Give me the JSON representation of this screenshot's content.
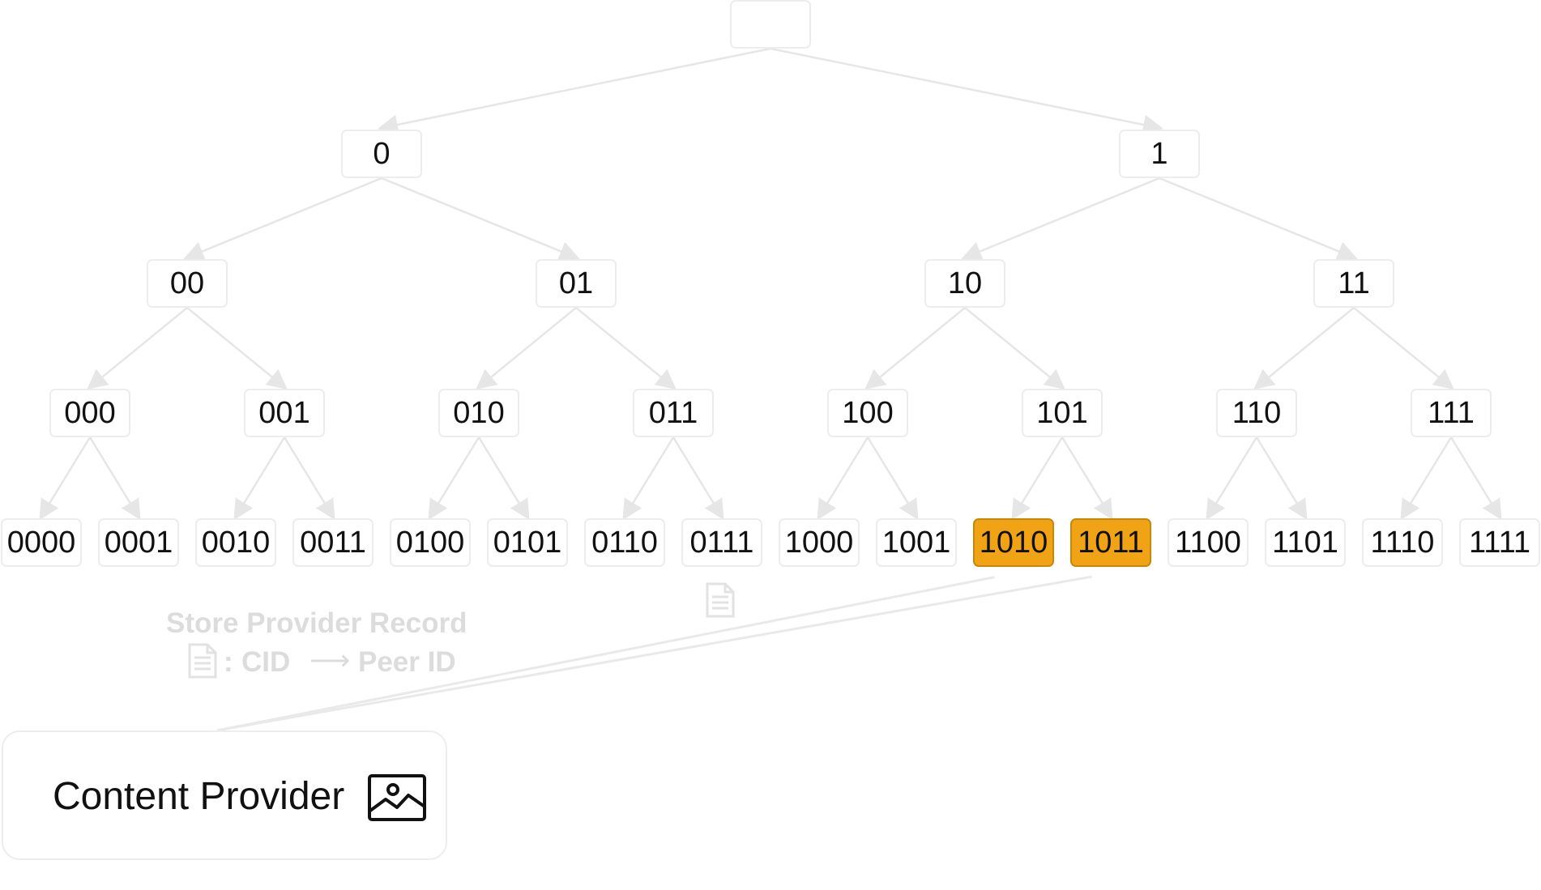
{
  "tree": {
    "root": "",
    "level1": [
      "0",
      "1"
    ],
    "level2": [
      "00",
      "01",
      "10",
      "11"
    ],
    "level3": [
      "000",
      "001",
      "010",
      "011",
      "100",
      "101",
      "110",
      "111"
    ],
    "level4": [
      "0000",
      "0001",
      "0010",
      "0011",
      "0100",
      "0101",
      "0110",
      "0111",
      "1000",
      "1001",
      "1010",
      "1011",
      "1100",
      "1101",
      "1110",
      "1111"
    ],
    "highlighted": [
      "1010",
      "1011"
    ]
  },
  "caption": {
    "title": "Store Provider Record",
    "sep": ":",
    "from": "CID",
    "arrow": "⟶",
    "to": "Peer ID"
  },
  "provider": {
    "label": "Content Provider",
    "icon": "image-icon"
  },
  "icons": {
    "record": "document-icon"
  },
  "colors": {
    "highlight_fill": "#f0a314",
    "highlight_border": "#c98708",
    "edge": "#e6e6e6",
    "node_border": "#ededed",
    "faded_text": "#dcdcdc"
  }
}
